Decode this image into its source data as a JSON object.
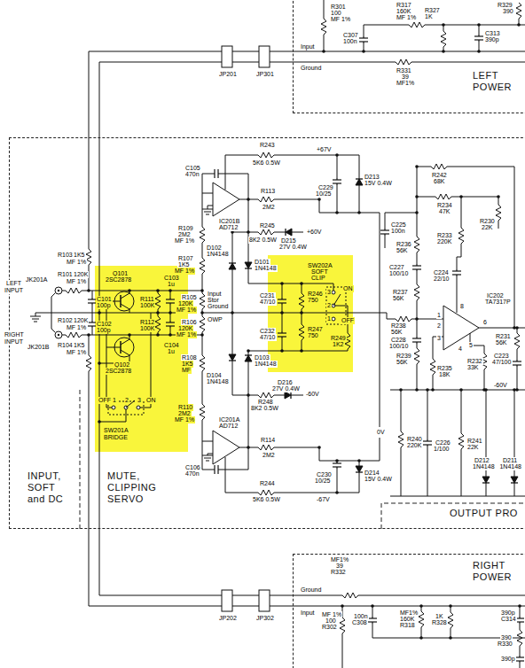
{
  "diagram": {
    "nodes": [
      {
        "text": [
          "LEFT POWER"
        ]
      },
      {
        "text": [
          "INPUT, SOFT and DC",
          "MUTE, CLIPPING SERVO",
          "OUTPUT PRO"
        ]
      },
      {
        "text": [
          "RIGHT POWER"
        ]
      }
    ],
    "labels": [
      "R301",
      "100",
      "MF 1%",
      "R317",
      "160K",
      "MF 1%",
      "R327",
      "1K",
      "R329",
      "390",
      "C313",
      "390p",
      "C307",
      "100n",
      "Input",
      "Ground",
      "R331",
      "39",
      "MF1%",
      "JP201",
      "JP301",
      "LEFT",
      "INPUT",
      "JK201A",
      "RIGHT",
      "INPUT",
      "JK201B",
      "R103",
      "1K5",
      "MF 1%",
      "R101",
      "120K",
      "MF 1%",
      "C101",
      "100p",
      "R102",
      "120K",
      "MF 1%",
      "C102",
      "100p",
      "R104",
      "1K5",
      "MF 1%",
      "Q101",
      "2SC2878",
      "C103",
      "1u",
      "R111",
      "100K",
      "R112",
      "100K",
      "C104",
      "1u",
      "Q102",
      "2SC2878",
      "OFF",
      "1",
      "2",
      "3",
      "ON",
      "SW201A",
      "BRIDGE",
      "R109",
      "2M2",
      "MF 1%",
      "R107",
      "1K5",
      "MF 1%",
      "Input",
      "Stor",
      "Ground",
      "OWP",
      "R105",
      "120K",
      "MF 1%",
      "R106",
      "120K",
      "MF 1%",
      "R108",
      "1K5",
      "MF",
      "R110",
      "2M2",
      "MF 1%",
      "C105",
      "470n",
      "IC201B",
      "AD712",
      "R113",
      "2M2",
      "R243",
      "5K6 0.5W",
      "+67V",
      "C229",
      "10/25",
      "D213",
      "15V 0.4W",
      "R245",
      "8K2 0.5W",
      "+60V",
      "D102",
      "1N4148",
      "D215",
      "27V 0.4W",
      "D101",
      "1N4148",
      "C231",
      "47/10",
      "SW202A",
      "SOFT",
      "CLIP",
      "R246",
      "750",
      "3",
      "ON",
      "2",
      "1",
      "OFF",
      "R247",
      "750",
      "R249",
      "1K2",
      "C232",
      "47/10",
      "D103",
      "1N4148",
      "D216",
      "27V 0.4W",
      "R248",
      "8K2 0.5W",
      "-60V",
      "D104",
      "1N4148",
      "IC201A",
      "AD712",
      "C106",
      "470n",
      "R114",
      "2M2",
      "C230",
      "10/25",
      "D214",
      "15V 0.4W",
      "R244",
      "5K6 0.5W",
      "-67V",
      "0V",
      "R242",
      "68K",
      "R234",
      "47K",
      "R230",
      "22K",
      "C225",
      "100n",
      "R236",
      "56K",
      "R233",
      "220K",
      "C227",
      "100/10",
      "C224",
      "22/10",
      "R237",
      "56K",
      "IC202",
      "TA7317P",
      "8",
      "1",
      "2",
      "3",
      "4",
      "5",
      "6",
      "R238",
      "56K",
      "C228",
      "100/10",
      "R239",
      "56K",
      "R231",
      "56K",
      "C223",
      "47/100",
      "R235",
      "18K",
      "R232",
      "33K",
      "-60V",
      "R240",
      "220K",
      "C226",
      "1/100",
      "R241",
      "22K",
      "D212",
      "1N4148",
      "D211",
      "1N4148",
      "JP202",
      "JP302",
      "Ground",
      "Input",
      "MF1%",
      "39",
      "R332",
      "MF 1%",
      "100",
      "R302",
      "100n",
      "C308",
      "MF1%",
      "160K",
      "R318",
      "1K",
      "R328",
      "390p",
      "C314",
      "390",
      "R330",
      "390p"
    ]
  }
}
